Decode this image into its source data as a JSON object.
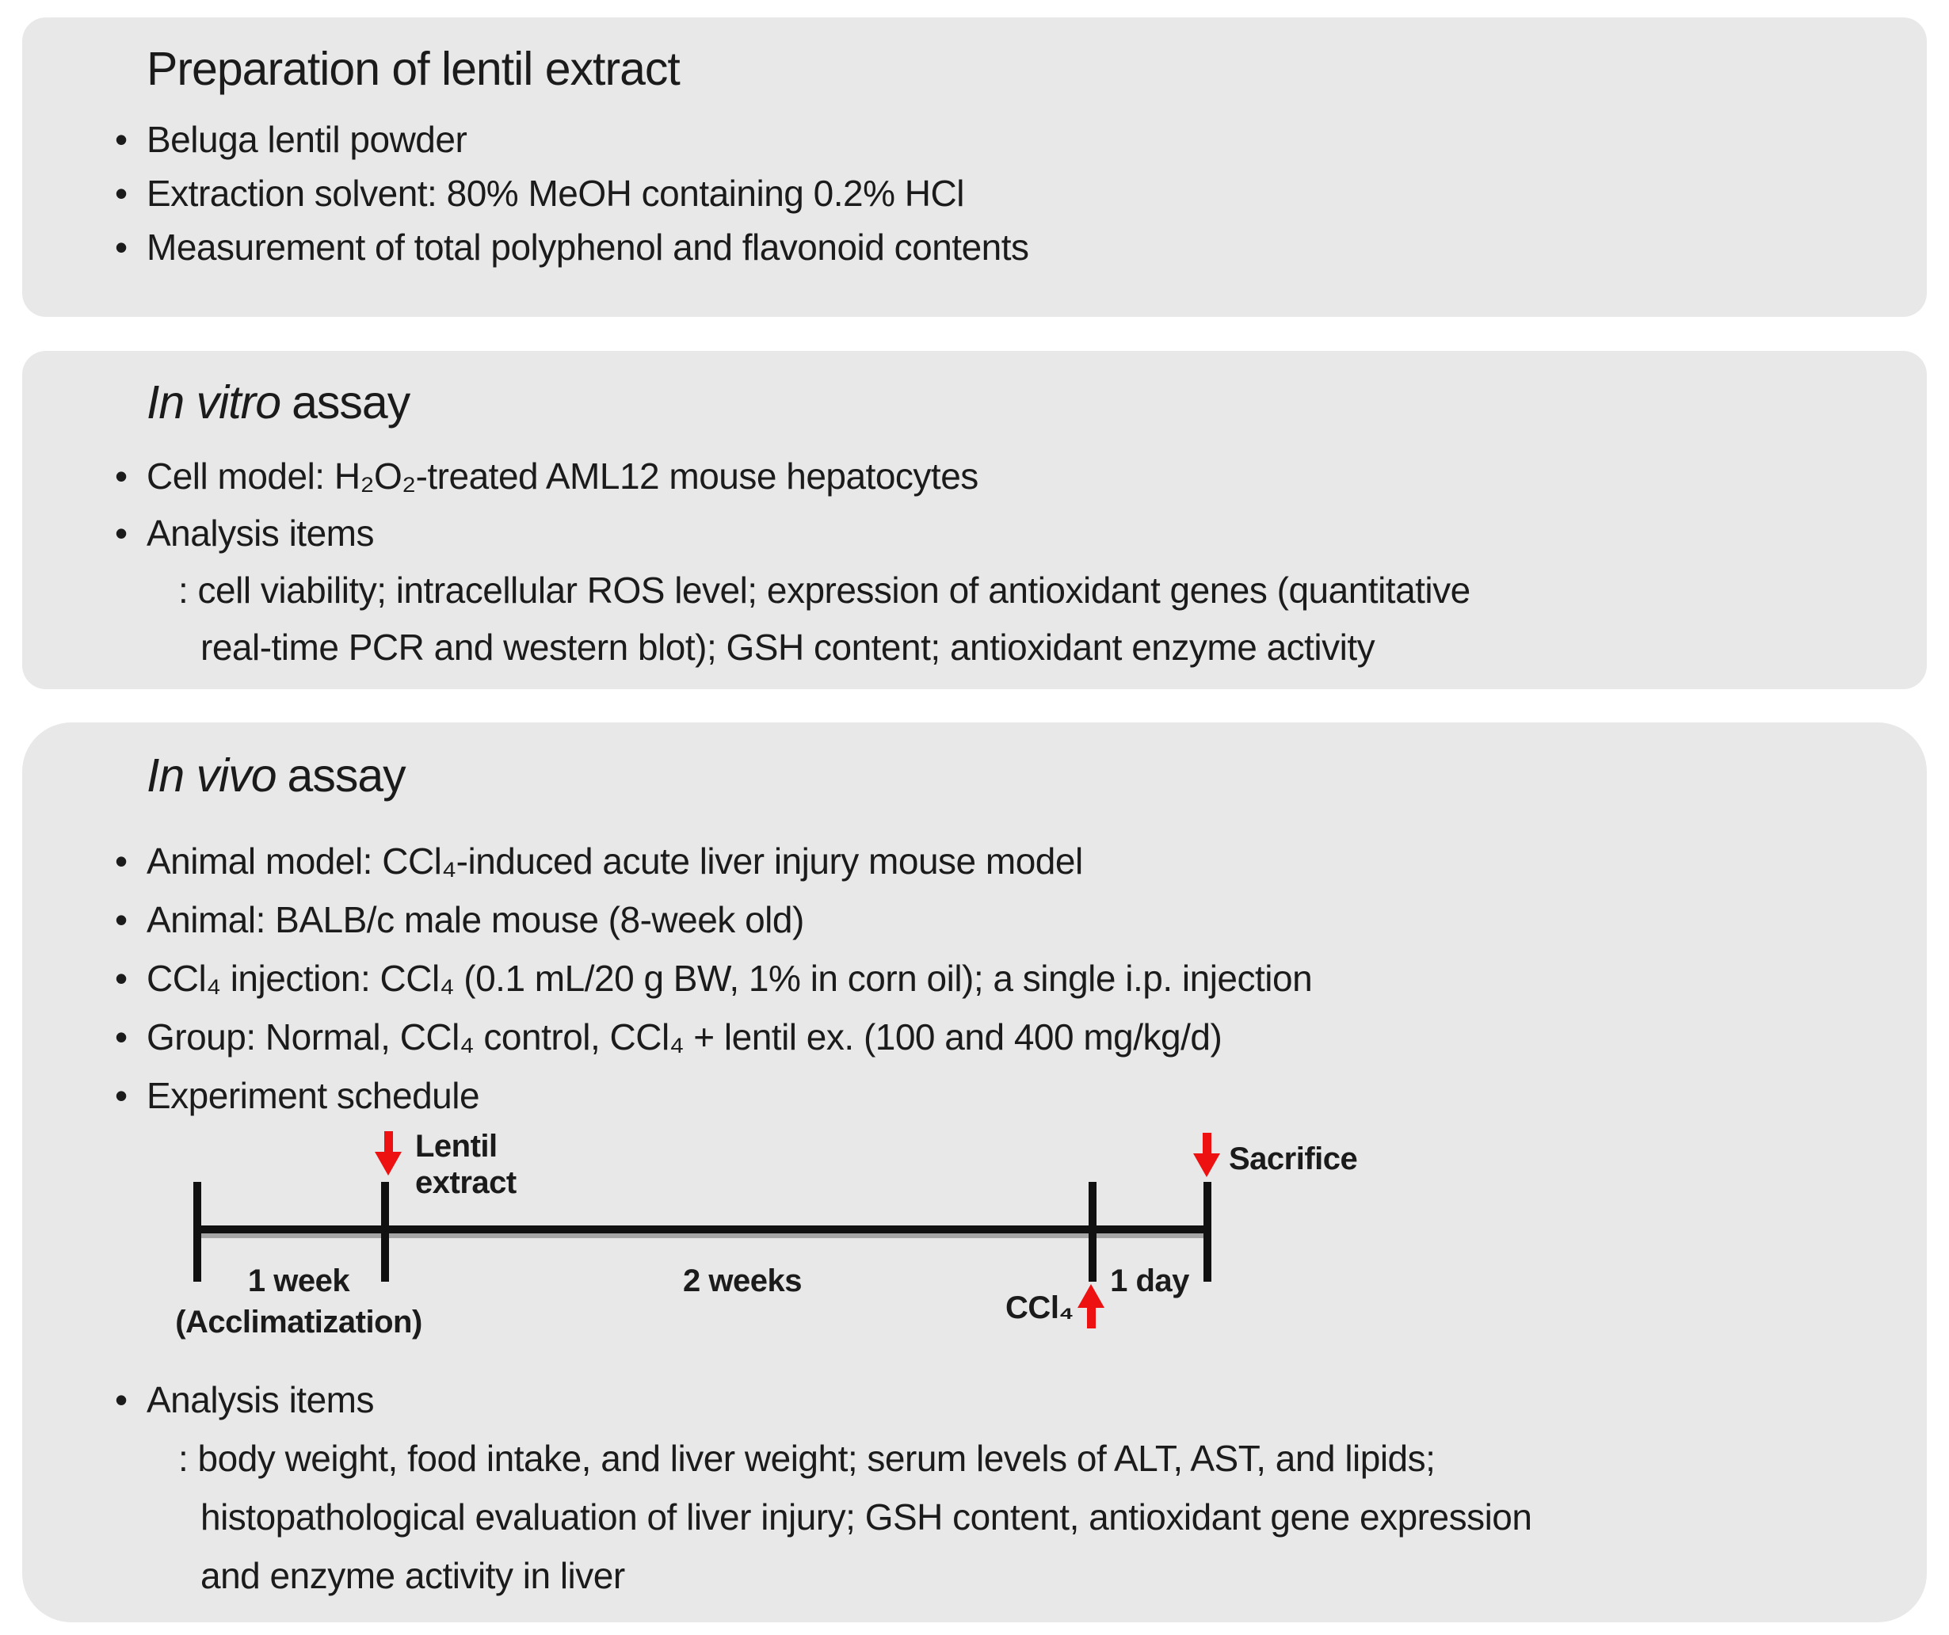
{
  "colors": {
    "page_bg": "#ffffff",
    "panel_bg": "#e8e8e8",
    "text": "#1b1b1b",
    "timeline_line": "#111111",
    "timeline_shadow": "#a6a6a6",
    "arrow_red": "#ee1111"
  },
  "prep_box": {
    "title": "Preparation of lentil extract",
    "bullets": [
      "Beluga lentil powder",
      "Extraction solvent: 80% MeOH containing 0.2% HCl",
      "Measurement of total polyphenol and flavonoid contents"
    ]
  },
  "invitro_box": {
    "title_italic": "In vitro",
    "title_normal": "assay",
    "bullets": [
      "Cell model: H₂O₂-treated AML12 mouse hepatocytes",
      "Analysis items"
    ],
    "analysis_lines": [
      ": cell viability; intracellular ROS level; expression of antioxidant genes (quantitative",
      "real-time PCR and western blot); GSH content; antioxidant enzyme activity"
    ]
  },
  "invivo_box": {
    "title_italic": "In vivo",
    "title_normal": "assay",
    "bullets": [
      "Animal model: CCl₄-induced acute liver injury mouse model",
      "Animal: BALB/c male mouse (8-week old)",
      "CCl₄ injection: CCl₄ (0.1 mL/20 g BW, 1% in corn oil); a single i.p. injection",
      "Group: Normal, CCl₄ control, CCl₄ + lentil ex. (100 and 400 mg/kg/d)",
      "Experiment schedule"
    ],
    "analysis_bullet": "Analysis items",
    "analysis_lines": [
      ": body weight, food intake, and liver weight; serum levels of ALT, AST, and lipids;",
      "histopathological evaluation of liver injury; GSH content, antioxidant gene expression",
      "and enzyme activity in liver"
    ],
    "timeline": {
      "segments": [
        {
          "label": "1 week",
          "sublabel": "(Acclimatization)"
        },
        {
          "label": "2 weeks"
        },
        {
          "label": "1 day"
        }
      ],
      "events": {
        "lentil_line1": "Lentil",
        "lentil_line2": "extract",
        "ccl4": "CCl₄",
        "sacrifice": "Sacrifice"
      }
    }
  }
}
